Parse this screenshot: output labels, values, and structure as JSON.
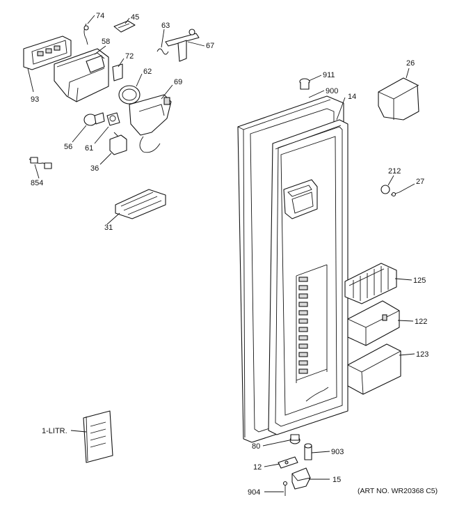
{
  "art_number": "(ART NO. WR20368 C5)",
  "callouts": {
    "c74": "74",
    "c45": "45",
    "c63": "63",
    "c67": "67",
    "c58": "58",
    "c72": "72",
    "c62": "62",
    "c69": "69",
    "c93": "93",
    "c56": "56",
    "c61": "61",
    "c36": "36",
    "c854": "854",
    "c31": "31",
    "c911": "911",
    "c900": "900",
    "c14": "14",
    "c26": "26",
    "c212": "212",
    "c27": "27",
    "c125": "125",
    "c122": "122",
    "c123": "123",
    "c1litr": "1-LITR.",
    "c80": "80",
    "c903": "903",
    "c12": "12",
    "c15": "15",
    "c904": "904"
  }
}
